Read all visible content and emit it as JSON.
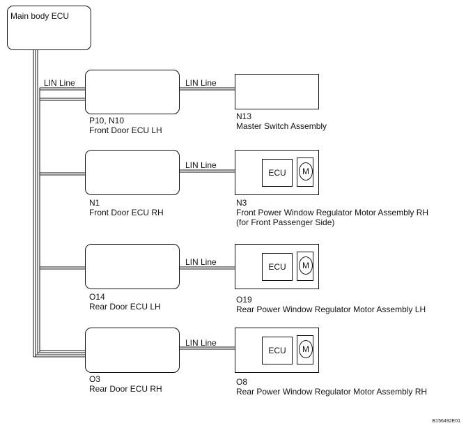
{
  "main_ecu": {
    "label": "Main body ECU"
  },
  "wire_label": "LIN Line",
  "ecu_inner_label": "ECU",
  "motor_label": "M",
  "doors": [
    {
      "code": "P10, N10",
      "name": "Front Door ECU LH",
      "device_code": "N13",
      "device_name": "Master Switch Assembly",
      "device_note": ""
    },
    {
      "code": "N1",
      "name": "Front Door ECU RH",
      "device_code": "N3",
      "device_name": "Front Power Window Regulator Motor Assembly RH",
      "device_note": "(for Front Passenger Side)"
    },
    {
      "code": "O14",
      "name": "Rear Door ECU LH",
      "device_code": "O19",
      "device_name": "Rear Power Window Regulator Motor Assembly LH",
      "device_note": ""
    },
    {
      "code": "O3",
      "name": "Rear Door ECU RH",
      "device_code": "O8",
      "device_name": "Rear Power Window Regulator Motor Assembly RH",
      "device_note": ""
    }
  ],
  "figure_id": "B156492E01"
}
